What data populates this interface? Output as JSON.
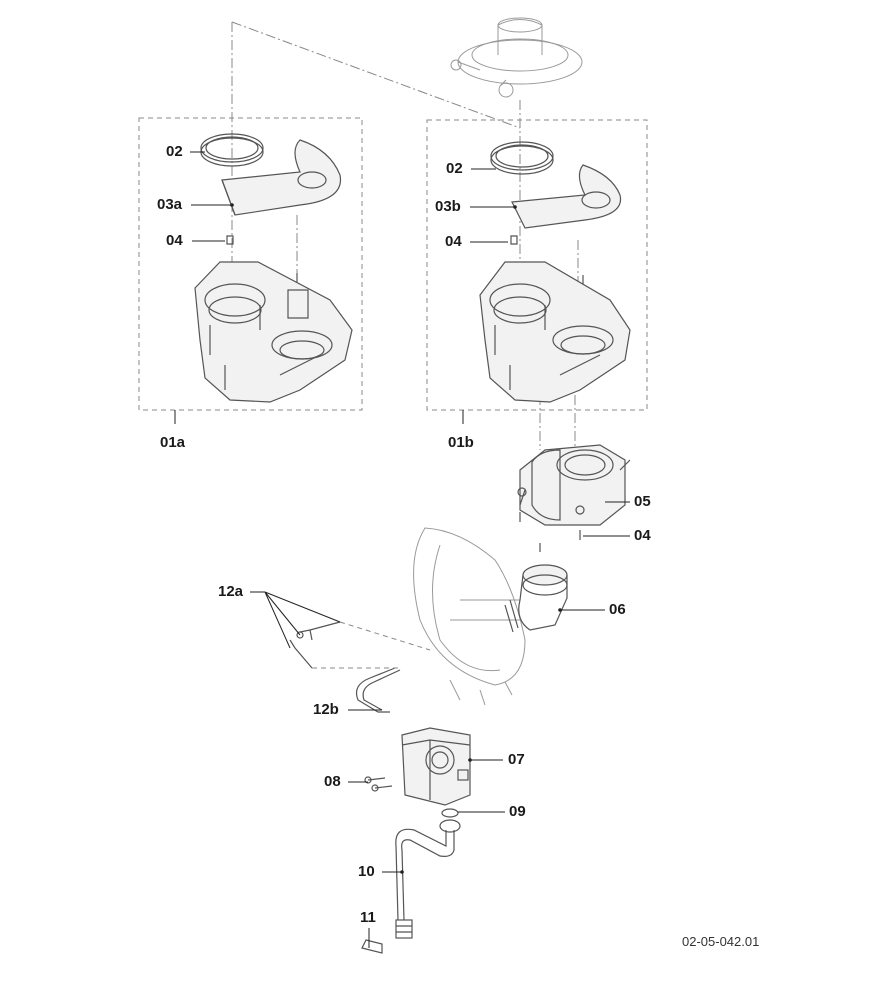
{
  "labels": {
    "l01a": "01a",
    "l01b": "01b",
    "l02a": "02",
    "l02b": "02",
    "l03a": "03a",
    "l03b": "03b",
    "l04a": "04",
    "l04b": "04",
    "l04c": "04",
    "l05": "05",
    "l06": "06",
    "l07": "07",
    "l08": "08",
    "l09": "09",
    "l10": "10",
    "l11": "11",
    "l12a": "12a",
    "l12b": "12b"
  },
  "reference": "02-05-042.01"
}
